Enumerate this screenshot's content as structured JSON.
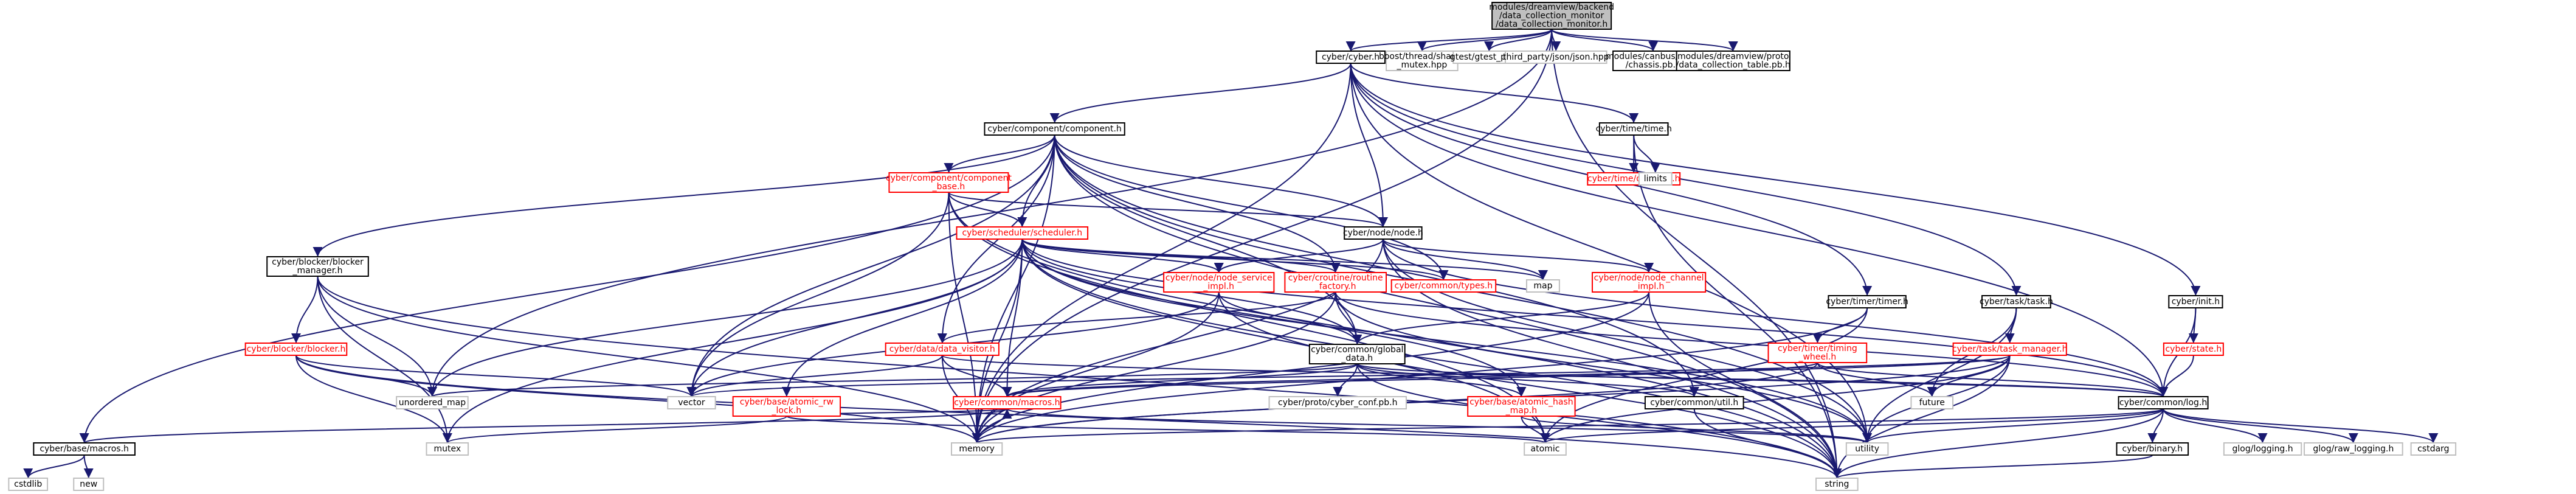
{
  "graph": {
    "colors": {
      "root_fill": "#bfbfbf",
      "node_border_black": "#000000",
      "node_border_red": "#ff0000",
      "node_border_gray": "#bfbfbf",
      "edge": "#191970"
    },
    "nodes": [
      {
        "id": "root",
        "style": "root",
        "lines": [
          "modules/dreamview/backend",
          "/data_collection_monitor",
          "/data_collection_monitor.h"
        ]
      },
      {
        "id": "cyber_h",
        "style": "black",
        "lines": [
          "cyber/cyber.h"
        ]
      },
      {
        "id": "boost_mutex",
        "style": "gray",
        "lines": [
          "boost/thread/shared",
          "_mutex.hpp"
        ]
      },
      {
        "id": "gtest",
        "style": "gray",
        "lines": [
          "gtest/gtest_prod.h"
        ]
      },
      {
        "id": "json",
        "style": "gray",
        "lines": [
          "third_party/json/json.hpp"
        ]
      },
      {
        "id": "chassis",
        "style": "black",
        "lines": [
          "modules/canbus/proto",
          "/chassis.pb.h"
        ]
      },
      {
        "id": "dct",
        "style": "black",
        "lines": [
          "modules/dreamview/proto",
          "/data_collection_table.pb.h"
        ]
      },
      {
        "id": "component_h",
        "style": "black",
        "lines": [
          "cyber/component/component.h"
        ]
      },
      {
        "id": "time_h",
        "style": "black",
        "lines": [
          "cyber/time/time.h"
        ]
      },
      {
        "id": "comp_base",
        "style": "red",
        "lines": [
          "cyber/component/component",
          "_base.h"
        ]
      },
      {
        "id": "duration",
        "style": "red",
        "lines": [
          "cyber/time/duration.h"
        ]
      },
      {
        "id": "limits",
        "style": "gray",
        "lines": [
          "limits"
        ]
      },
      {
        "id": "scheduler",
        "style": "red",
        "lines": [
          "cyber/scheduler/scheduler.h"
        ]
      },
      {
        "id": "node_h",
        "style": "black",
        "lines": [
          "cyber/node/node.h"
        ]
      },
      {
        "id": "blocker_mgr",
        "style": "black",
        "lines": [
          "cyber/blocker/blocker",
          "_manager.h"
        ]
      },
      {
        "id": "node_service",
        "style": "red",
        "lines": [
          "cyber/node/node_service",
          "_impl.h"
        ]
      },
      {
        "id": "routine",
        "style": "red",
        "lines": [
          "cyber/croutine/routine",
          "_factory.h"
        ]
      },
      {
        "id": "types",
        "style": "red",
        "lines": [
          "cyber/common/types.h"
        ]
      },
      {
        "id": "map",
        "style": "gray",
        "lines": [
          "map"
        ]
      },
      {
        "id": "node_channel",
        "style": "red",
        "lines": [
          "cyber/node/node_channel",
          "_impl.h"
        ]
      },
      {
        "id": "timer",
        "style": "black",
        "lines": [
          "cyber/timer/timer.h"
        ]
      },
      {
        "id": "task",
        "style": "black",
        "lines": [
          "cyber/task/task.h"
        ]
      },
      {
        "id": "init",
        "style": "black",
        "lines": [
          "cyber/init.h"
        ]
      },
      {
        "id": "blocker",
        "style": "red",
        "lines": [
          "cyber/blocker/blocker.h"
        ]
      },
      {
        "id": "data_visitor",
        "style": "red",
        "lines": [
          "cyber/data/data_visitor.h"
        ]
      },
      {
        "id": "global_data",
        "style": "black",
        "lines": [
          "cyber/common/global",
          "_data.h"
        ]
      },
      {
        "id": "timing_wheel",
        "style": "red",
        "lines": [
          "cyber/timer/timing",
          "_wheel.h"
        ]
      },
      {
        "id": "task_mgr",
        "style": "red",
        "lines": [
          "cyber/task/task_manager.h"
        ]
      },
      {
        "id": "state",
        "style": "red",
        "lines": [
          "cyber/state.h"
        ]
      },
      {
        "id": "unordered_map",
        "style": "gray",
        "lines": [
          "unordered_map"
        ]
      },
      {
        "id": "vector",
        "style": "gray",
        "lines": [
          "vector"
        ]
      },
      {
        "id": "atomic_rw",
        "style": "red",
        "lines": [
          "cyber/base/atomic_rw",
          "_lock.h"
        ]
      },
      {
        "id": "macros",
        "style": "red",
        "lines": [
          "cyber/common/macros.h"
        ]
      },
      {
        "id": "cyber_conf",
        "style": "gray",
        "lines": [
          "cyber/proto/cyber_conf.pb.h"
        ]
      },
      {
        "id": "atomic_hash",
        "style": "red",
        "lines": [
          "cyber/base/atomic_hash",
          "_map.h"
        ]
      },
      {
        "id": "util",
        "style": "black",
        "lines": [
          "cyber/common/util.h"
        ]
      },
      {
        "id": "future",
        "style": "gray",
        "lines": [
          "future"
        ]
      },
      {
        "id": "log",
        "style": "black",
        "lines": [
          "cyber/common/log.h"
        ]
      },
      {
        "id": "base_macros",
        "style": "black",
        "lines": [
          "cyber/base/macros.h"
        ]
      },
      {
        "id": "mutex",
        "style": "gray",
        "lines": [
          "mutex"
        ]
      },
      {
        "id": "memory",
        "style": "gray",
        "lines": [
          "memory"
        ]
      },
      {
        "id": "atomic",
        "style": "gray",
        "lines": [
          "atomic"
        ]
      },
      {
        "id": "utility",
        "style": "gray",
        "lines": [
          "utility"
        ]
      },
      {
        "id": "binary",
        "style": "black",
        "lines": [
          "cyber/binary.h"
        ]
      },
      {
        "id": "glog",
        "style": "gray",
        "lines": [
          "glog/logging.h"
        ]
      },
      {
        "id": "glog_raw",
        "style": "gray",
        "lines": [
          "glog/raw_logging.h"
        ]
      },
      {
        "id": "cstdarg",
        "style": "gray",
        "lines": [
          "cstdarg"
        ]
      },
      {
        "id": "cstdlib",
        "style": "gray",
        "lines": [
          "cstdlib"
        ]
      },
      {
        "id": "new",
        "style": "gray",
        "lines": [
          "new"
        ]
      },
      {
        "id": "string",
        "style": "gray",
        "lines": [
          "string"
        ]
      }
    ],
    "edges": [
      [
        "root",
        "cyber_h"
      ],
      [
        "root",
        "boost_mutex"
      ],
      [
        "root",
        "gtest"
      ],
      [
        "root",
        "json"
      ],
      [
        "root",
        "chassis"
      ],
      [
        "root",
        "dct"
      ],
      [
        "root",
        "memory"
      ],
      [
        "root",
        "string"
      ],
      [
        "root",
        "unordered_map"
      ],
      [
        "cyber_h",
        "component_h"
      ],
      [
        "cyber_h",
        "time_h"
      ],
      [
        "cyber_h",
        "node_h"
      ],
      [
        "cyber_h",
        "timer"
      ],
      [
        "cyber_h",
        "task"
      ],
      [
        "cyber_h",
        "init"
      ],
      [
        "cyber_h",
        "log"
      ],
      [
        "cyber_h",
        "memory"
      ],
      [
        "cyber_h",
        "utility"
      ],
      [
        "component_h",
        "comp_base"
      ],
      [
        "component_h",
        "scheduler"
      ],
      [
        "component_h",
        "blocker_mgr"
      ],
      [
        "component_h",
        "routine"
      ],
      [
        "component_h",
        "types"
      ],
      [
        "component_h",
        "global_data"
      ],
      [
        "component_h",
        "data_visitor"
      ],
      [
        "component_h",
        "util"
      ],
      [
        "component_h",
        "base_macros"
      ],
      [
        "component_h",
        "memory"
      ],
      [
        "component_h",
        "vector"
      ],
      [
        "component_h",
        "utility"
      ],
      [
        "component_h",
        "node_h"
      ],
      [
        "component_h",
        "string"
      ],
      [
        "time_h",
        "duration"
      ],
      [
        "time_h",
        "limits"
      ],
      [
        "time_h",
        "string"
      ],
      [
        "comp_base",
        "scheduler"
      ],
      [
        "comp_base",
        "node_h"
      ],
      [
        "comp_base",
        "memory"
      ],
      [
        "comp_base",
        "vector"
      ],
      [
        "comp_base",
        "atomic"
      ],
      [
        "comp_base",
        "string"
      ],
      [
        "scheduler",
        "node_service"
      ],
      [
        "scheduler",
        "routine"
      ],
      [
        "scheduler",
        "types"
      ],
      [
        "scheduler",
        "map"
      ],
      [
        "scheduler",
        "atomic_rw"
      ],
      [
        "scheduler",
        "macros"
      ],
      [
        "scheduler",
        "atomic_hash"
      ],
      [
        "scheduler",
        "log"
      ],
      [
        "scheduler",
        "unordered_map"
      ],
      [
        "scheduler",
        "vector"
      ],
      [
        "scheduler",
        "memory"
      ],
      [
        "scheduler",
        "mutex"
      ],
      [
        "scheduler",
        "string"
      ],
      [
        "scheduler",
        "atomic"
      ],
      [
        "scheduler",
        "utility"
      ],
      [
        "scheduler",
        "global_data"
      ],
      [
        "node_h",
        "node_service"
      ],
      [
        "node_h",
        "node_channel"
      ],
      [
        "node_h",
        "map"
      ],
      [
        "node_h",
        "memory"
      ],
      [
        "node_h",
        "string"
      ],
      [
        "node_h",
        "utility"
      ],
      [
        "node_h",
        "log"
      ],
      [
        "blocker_mgr",
        "blocker"
      ],
      [
        "blocker_mgr",
        "unordered_map"
      ],
      [
        "blocker_mgr",
        "mutex"
      ],
      [
        "blocker_mgr",
        "memory"
      ],
      [
        "blocker_mgr",
        "string"
      ],
      [
        "node_service",
        "global_data"
      ],
      [
        "node_service",
        "memory"
      ],
      [
        "node_service",
        "vector"
      ],
      [
        "node_service",
        "string"
      ],
      [
        "routine",
        "data_visitor"
      ],
      [
        "routine",
        "global_data"
      ],
      [
        "routine",
        "log"
      ],
      [
        "routine",
        "memory"
      ],
      [
        "routine",
        "utility"
      ],
      [
        "node_channel",
        "global_data"
      ],
      [
        "node_channel",
        "memory"
      ],
      [
        "node_channel",
        "string"
      ],
      [
        "timer",
        "timing_wheel"
      ],
      [
        "timer",
        "atomic"
      ],
      [
        "timer",
        "memory"
      ],
      [
        "task",
        "task_mgr"
      ],
      [
        "task",
        "future"
      ],
      [
        "task",
        "utility"
      ],
      [
        "init",
        "state"
      ],
      [
        "init",
        "log"
      ],
      [
        "blocker",
        "vector"
      ],
      [
        "blocker",
        "unordered_map"
      ],
      [
        "blocker",
        "mutex"
      ],
      [
        "blocker",
        "memory"
      ],
      [
        "blocker",
        "string"
      ],
      [
        "data_visitor",
        "macros"
      ],
      [
        "data_visitor",
        "log"
      ],
      [
        "data_visitor",
        "vector"
      ],
      [
        "data_visitor",
        "memory"
      ],
      [
        "global_data",
        "unordered_map"
      ],
      [
        "global_data",
        "cyber_conf"
      ],
      [
        "global_data",
        "atomic_hash"
      ],
      [
        "global_data",
        "util"
      ],
      [
        "global_data",
        "macros"
      ],
      [
        "global_data",
        "log"
      ],
      [
        "global_data",
        "string"
      ],
      [
        "timing_wheel",
        "macros"
      ],
      [
        "timing_wheel",
        "log"
      ],
      [
        "timing_wheel",
        "future"
      ],
      [
        "timing_wheel",
        "memory"
      ],
      [
        "task_mgr",
        "macros"
      ],
      [
        "task_mgr",
        "future"
      ],
      [
        "task_mgr",
        "vector"
      ],
      [
        "task_mgr",
        "string"
      ],
      [
        "task_mgr",
        "utility"
      ],
      [
        "task_mgr",
        "memory"
      ],
      [
        "task_mgr",
        "atomic"
      ],
      [
        "state",
        "log"
      ],
      [
        "atomic_rw",
        "mutex"
      ],
      [
        "atomic_rw",
        "macros"
      ],
      [
        "atomic_rw",
        "atomic"
      ],
      [
        "macros",
        "base_macros"
      ],
      [
        "macros",
        "memory"
      ],
      [
        "macros",
        "utility"
      ],
      [
        "atomic_hash",
        "atomic"
      ],
      [
        "atomic_hash",
        "utility"
      ],
      [
        "util",
        "string"
      ],
      [
        "log",
        "glog"
      ],
      [
        "log",
        "glog_raw"
      ],
      [
        "log",
        "cstdarg"
      ],
      [
        "log",
        "binary"
      ],
      [
        "log",
        "utility"
      ],
      [
        "log",
        "memory"
      ],
      [
        "log",
        "atomic"
      ],
      [
        "log",
        "string"
      ],
      [
        "base_macros",
        "cstdlib"
      ],
      [
        "base_macros",
        "new"
      ],
      [
        "binary",
        "string"
      ]
    ]
  }
}
